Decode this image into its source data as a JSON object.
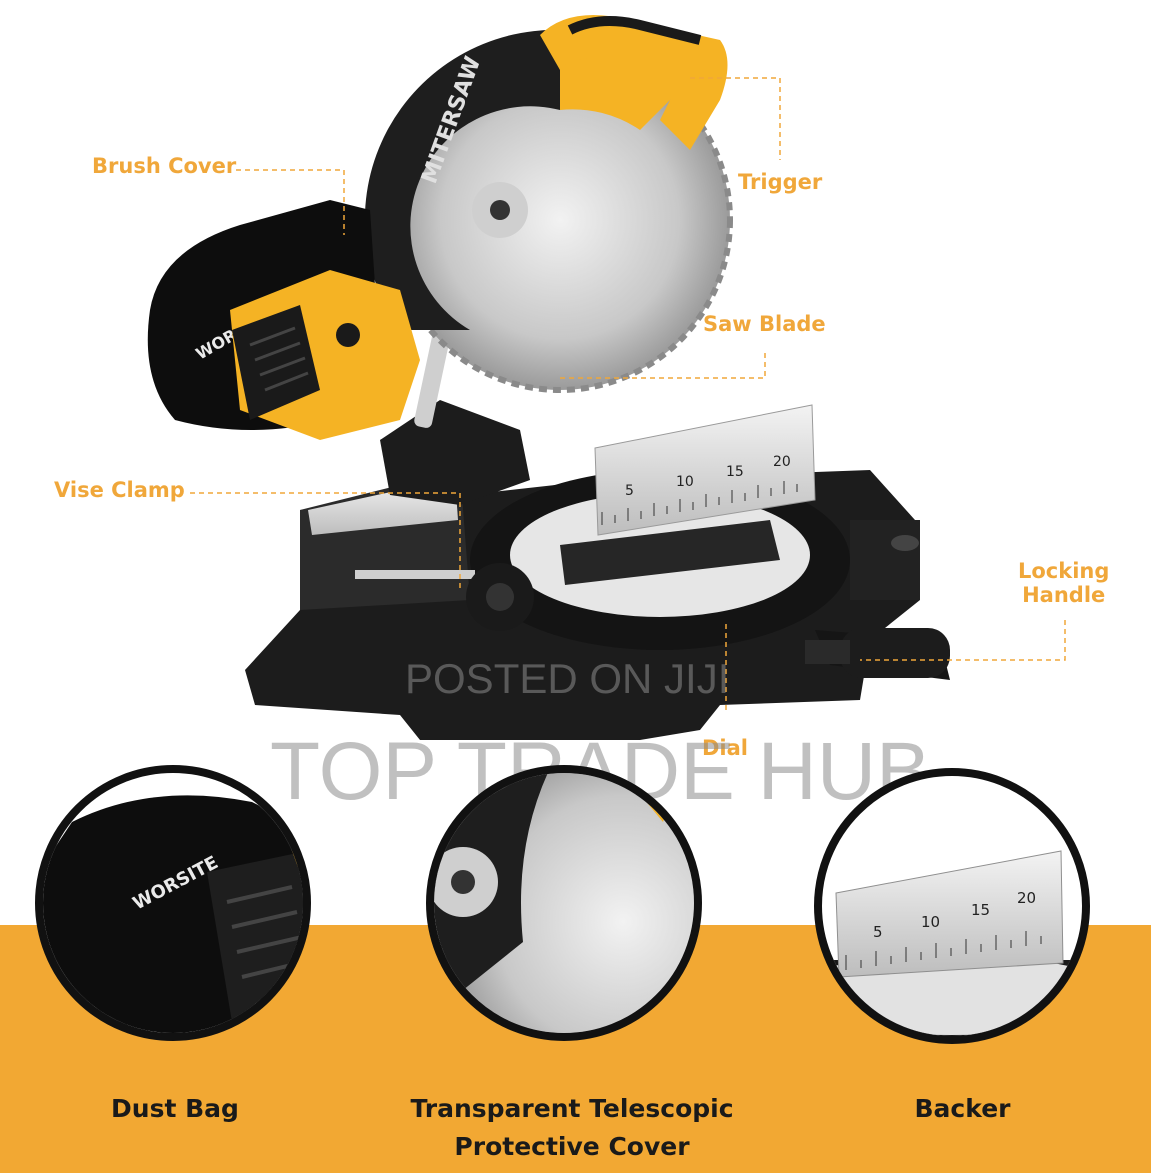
{
  "product": {
    "body_brand_text": "MITERSAW",
    "brand_logo_text": "WORSITE",
    "scale_marks": [
      "5",
      "10",
      "15",
      "20"
    ]
  },
  "callouts": [
    {
      "key": "brush_cover",
      "label": "Brush Cover"
    },
    {
      "key": "trigger",
      "label": "Trigger"
    },
    {
      "key": "saw_blade",
      "label": "Saw Blade"
    },
    {
      "key": "vise_clamp",
      "label": "Vise Clamp"
    },
    {
      "key": "locking_handle",
      "label": "Locking Handle",
      "line1": "Locking",
      "line2": "Handle"
    },
    {
      "key": "dial",
      "label": "Dial"
    }
  ],
  "watermarks": {
    "posted": "POSTED ON JIJI",
    "store": "TOP TRADE HUB"
  },
  "features": [
    {
      "key": "dust_bag",
      "label": "Dust Bag"
    },
    {
      "key": "telescopic_cover",
      "label": "Transparent Telescopic Protective Cover",
      "line1": "Transparent Telescopic",
      "line2": "Protective Cover"
    },
    {
      "key": "backer",
      "label": "Backer"
    }
  ],
  "colors": {
    "accent": "#f0a73a",
    "band": "#f2a833",
    "tool_yellow": "#f5b324",
    "tool_black": "#1c1c1c",
    "metal": "#d9d9d9"
  }
}
